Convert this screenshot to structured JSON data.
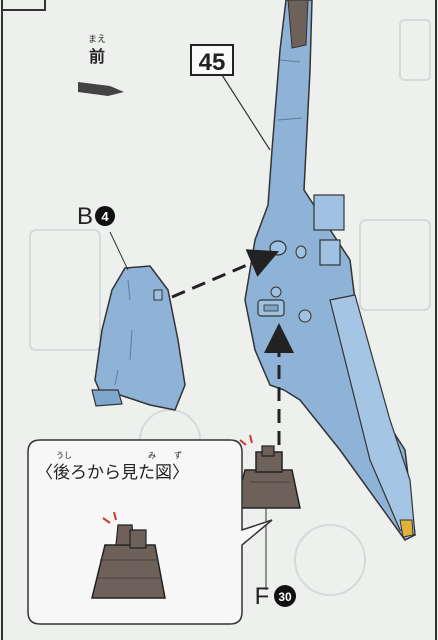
{
  "step": {
    "number": "45"
  },
  "direction": {
    "ruby": "まえ",
    "label": "前"
  },
  "parts": [
    {
      "letter": "B",
      "number": "4"
    },
    {
      "letter": "F",
      "number": "30"
    }
  ],
  "back_view": {
    "ruby_1": "うし",
    "ruby_2": "み",
    "ruby_3": "ず",
    "label": "〈後ろから見た図〉"
  },
  "colors": {
    "page_bg": "#eef0ee",
    "part_blue": "#8eb3d6",
    "part_brown": "#6e615a",
    "line": "#333333"
  }
}
